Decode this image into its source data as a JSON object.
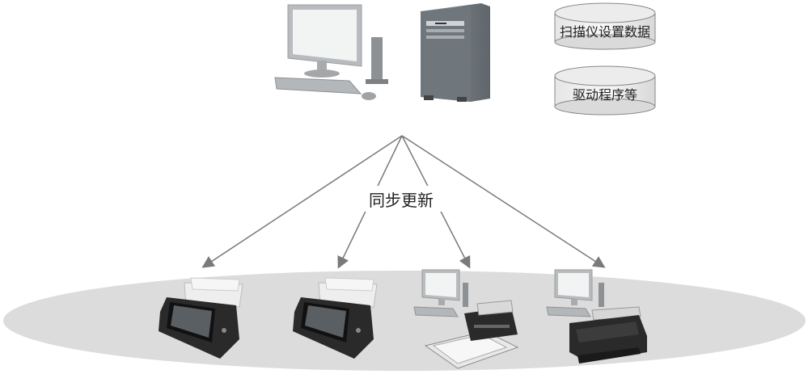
{
  "storage": [
    {
      "label": "扫描仪设置数据"
    },
    {
      "label": "驱动程序等"
    }
  ],
  "sync_label": "同步更新",
  "colors": {
    "ellipse": "#dcdcdc",
    "arrow": "#7a7a7a",
    "monitor_frame": "#b9bcbe",
    "screen": "#f2f3f3",
    "tower_front": "#6f767c",
    "scanner_body": "#2a2a2a"
  }
}
